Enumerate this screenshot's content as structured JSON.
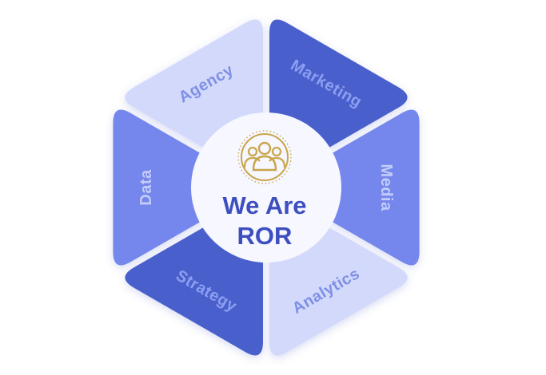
{
  "diagram": {
    "center": {
      "title_line1": "We Are",
      "title_line2": "ROR",
      "icon": "people-group-icon"
    },
    "segments": [
      {
        "label": "Marketing",
        "color": "#4a5fcc",
        "text_color": "#8c9ef0"
      },
      {
        "label": "Media",
        "color": "#7487ec",
        "text_color": "#c3ccf8"
      },
      {
        "label": "Analytics",
        "color": "#d3d9fb",
        "text_color": "#7f90e4"
      },
      {
        "label": "Strategy",
        "color": "#4a5fcc",
        "text_color": "#8c9ef0"
      },
      {
        "label": "Data",
        "color": "#7487ec",
        "text_color": "#c3ccf8"
      },
      {
        "label": "Agency",
        "color": "#d3d9fb",
        "text_color": "#7f90e4"
      }
    ],
    "colors": {
      "center_fill": "#f6f7ff",
      "title_text": "#3d4fbf",
      "icon_gold": "#c9a54a",
      "gap": "#ffffff"
    }
  }
}
